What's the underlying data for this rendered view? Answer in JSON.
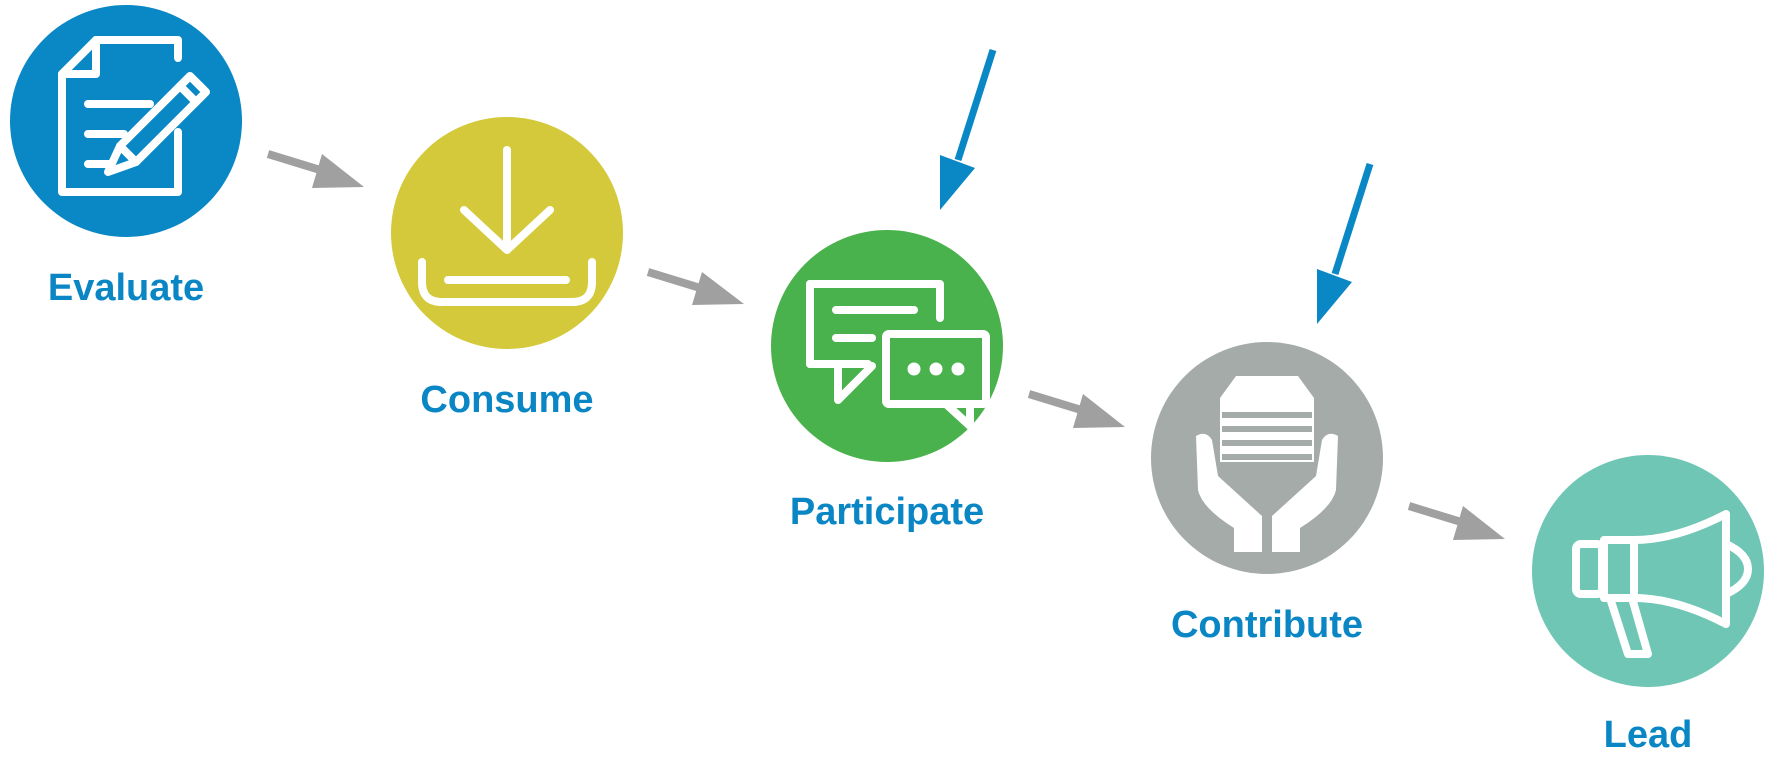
{
  "stages": [
    {
      "label": "Evaluate",
      "icon": "document-pencil-icon",
      "color": "#0a88c5"
    },
    {
      "label": "Consume",
      "icon": "download-tray-icon",
      "color": "#d4c93a"
    },
    {
      "label": "Participate",
      "icon": "chat-bubbles-icon",
      "color": "#49b24c"
    },
    {
      "label": "Contribute",
      "icon": "hands-offering-icon",
      "color": "#a4aba8"
    },
    {
      "label": "Lead",
      "icon": "megaphone-icon",
      "color": "#6fc6b5"
    }
  ],
  "colors": {
    "label_text": "#0b86c5",
    "flow_arrow": "#a0a0a0",
    "highlight_arrow": "#0a88c5",
    "icon_stroke": "#ffffff"
  },
  "highlighted_stages": [
    "Participate",
    "Contribute"
  ]
}
